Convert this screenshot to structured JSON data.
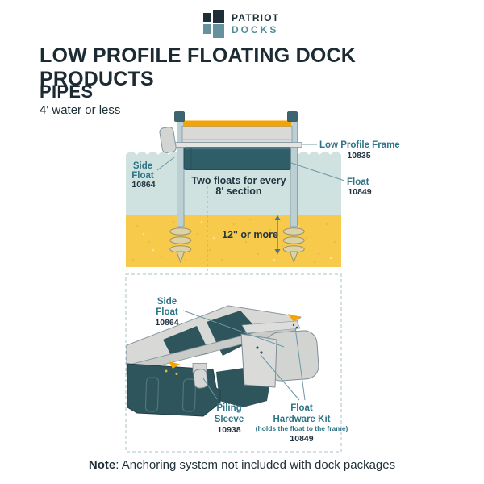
{
  "logo": {
    "brand": "PATRIOT",
    "brand_sub": "DOCKS"
  },
  "page": {
    "title": "LOW PROFILE FLOATING DOCK PRODUCTS"
  },
  "section": {
    "heading": "PIPES",
    "subheading": "4' water or less"
  },
  "cross_section": {
    "side_float_label_1": "Side",
    "side_float_label_2": "Float",
    "side_float_part": "10864",
    "frame_label": "Low Profile Frame",
    "frame_part": "10835",
    "float_label": "Float",
    "float_part": "10849",
    "floats_note_1": "Two floats for every",
    "floats_note_2": "8' section",
    "depth_label": "12\" or more"
  },
  "detail": {
    "side_float_label_1": "Side",
    "side_float_label_2": "Float",
    "side_float_part": "10864",
    "piling_label_1": "Piling",
    "piling_label_2": "Sleeve",
    "piling_part": "10938",
    "fhk_label_1": "Float",
    "fhk_label_2": "Hardware Kit",
    "fhk_label_3": "(holds the float to the frame)",
    "fhk_part": "10849"
  },
  "footer": {
    "note_label": "Note",
    "note_text": ": Anchoring system not included with dock packages"
  },
  "colors": {
    "navy": "#1e2f38",
    "teal_label": "#2e7486",
    "logo_teal": "#4f8d99",
    "water": "#d0e2df",
    "sand": "#f7ca4b",
    "orange": "#f5a300",
    "float_dark": "#2f5e69",
    "frame_gray": "#d9dad8",
    "pipe_gray": "#bccfd3",
    "auger_tan": "#dbd2a8"
  }
}
